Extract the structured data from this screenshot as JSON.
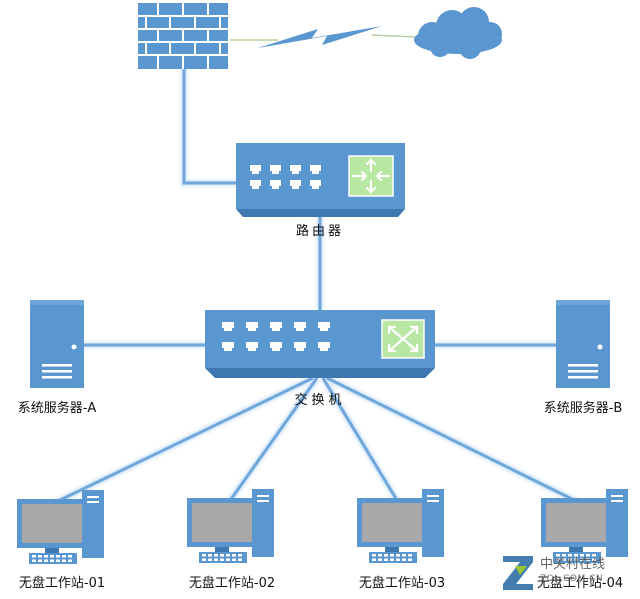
{
  "labels": {
    "router": "路由器",
    "switch": "交换机",
    "server_a": "系统服务器-A",
    "server_b": "系统服务器-B",
    "ws1": "无盘工作站-01",
    "ws2": "无盘工作站-02",
    "ws3": "无盘工作站-03",
    "ws4": "无盘工作站-04"
  },
  "watermark": {
    "line1": "中关村在线",
    "line2": "ZOL.COM.CN"
  },
  "icons": [
    "firewall-icon",
    "lightning-icon",
    "cloud-icon",
    "router-icon",
    "switch-icon",
    "server-icon",
    "workstation-icon"
  ],
  "colors": {
    "device_blue": "#5a96cf",
    "device_dark": "#3f78b1",
    "link_blue": "#7ab3e2",
    "screen_gray": "#a8a8a8",
    "accent_green": "#b8e6a3"
  }
}
